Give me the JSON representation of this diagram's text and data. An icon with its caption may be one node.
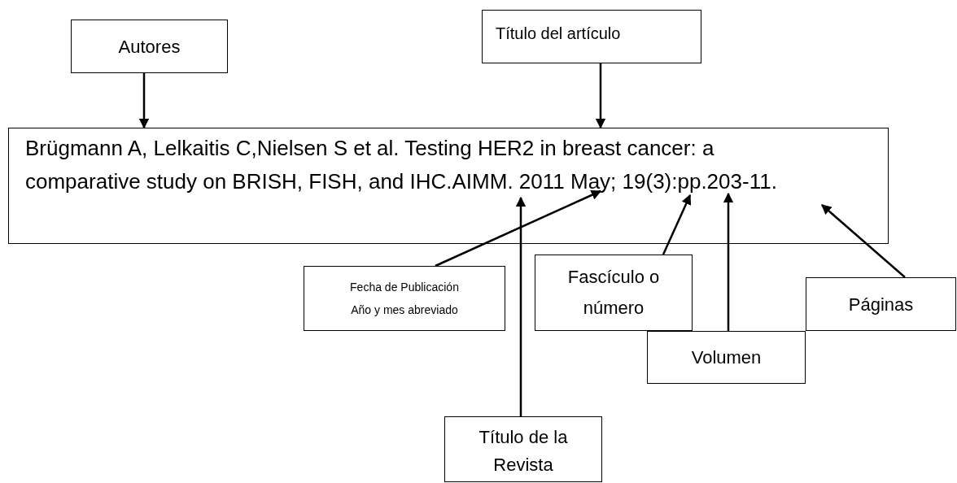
{
  "diagram": {
    "nodes": [
      {
        "text": [
          "Autores"
        ]
      },
      {
        "text": [
          "Título del artículo"
        ]
      },
      {
        "text": [
          "Brügmann A, Lelkaitis C,Nielsen S et al. Testing HER2 in breast cancer: a comparative study on BRISH, FISH, and IHC.AIMM. 2011 May; 19(3):pp.203-11."
        ]
      },
      {
        "text": [
          "Fecha de Publicación",
          "Año y mes abreviado"
        ]
      },
      {
        "text": [
          "Fascículo o número"
        ]
      },
      {
        "text": [
          "Páginas"
        ]
      },
      {
        "text": [
          "Volumen"
        ]
      },
      {
        "text": [
          "Título de la Revista"
        ]
      }
    ],
    "edges": [
      {
        "from": 0,
        "to": 2,
        "arrow": "to"
      },
      {
        "from": 1,
        "to": 2,
        "arrow": "to"
      },
      {
        "from": 7,
        "to": 2,
        "arrow": "to"
      },
      {
        "from": 3,
        "to": 2,
        "arrow": "to"
      },
      {
        "from": 4,
        "to": 2,
        "arrow": "to"
      },
      {
        "from": 6,
        "to": 2,
        "arrow": "to"
      },
      {
        "from": 5,
        "to": 2,
        "arrow": "to"
      }
    ]
  }
}
